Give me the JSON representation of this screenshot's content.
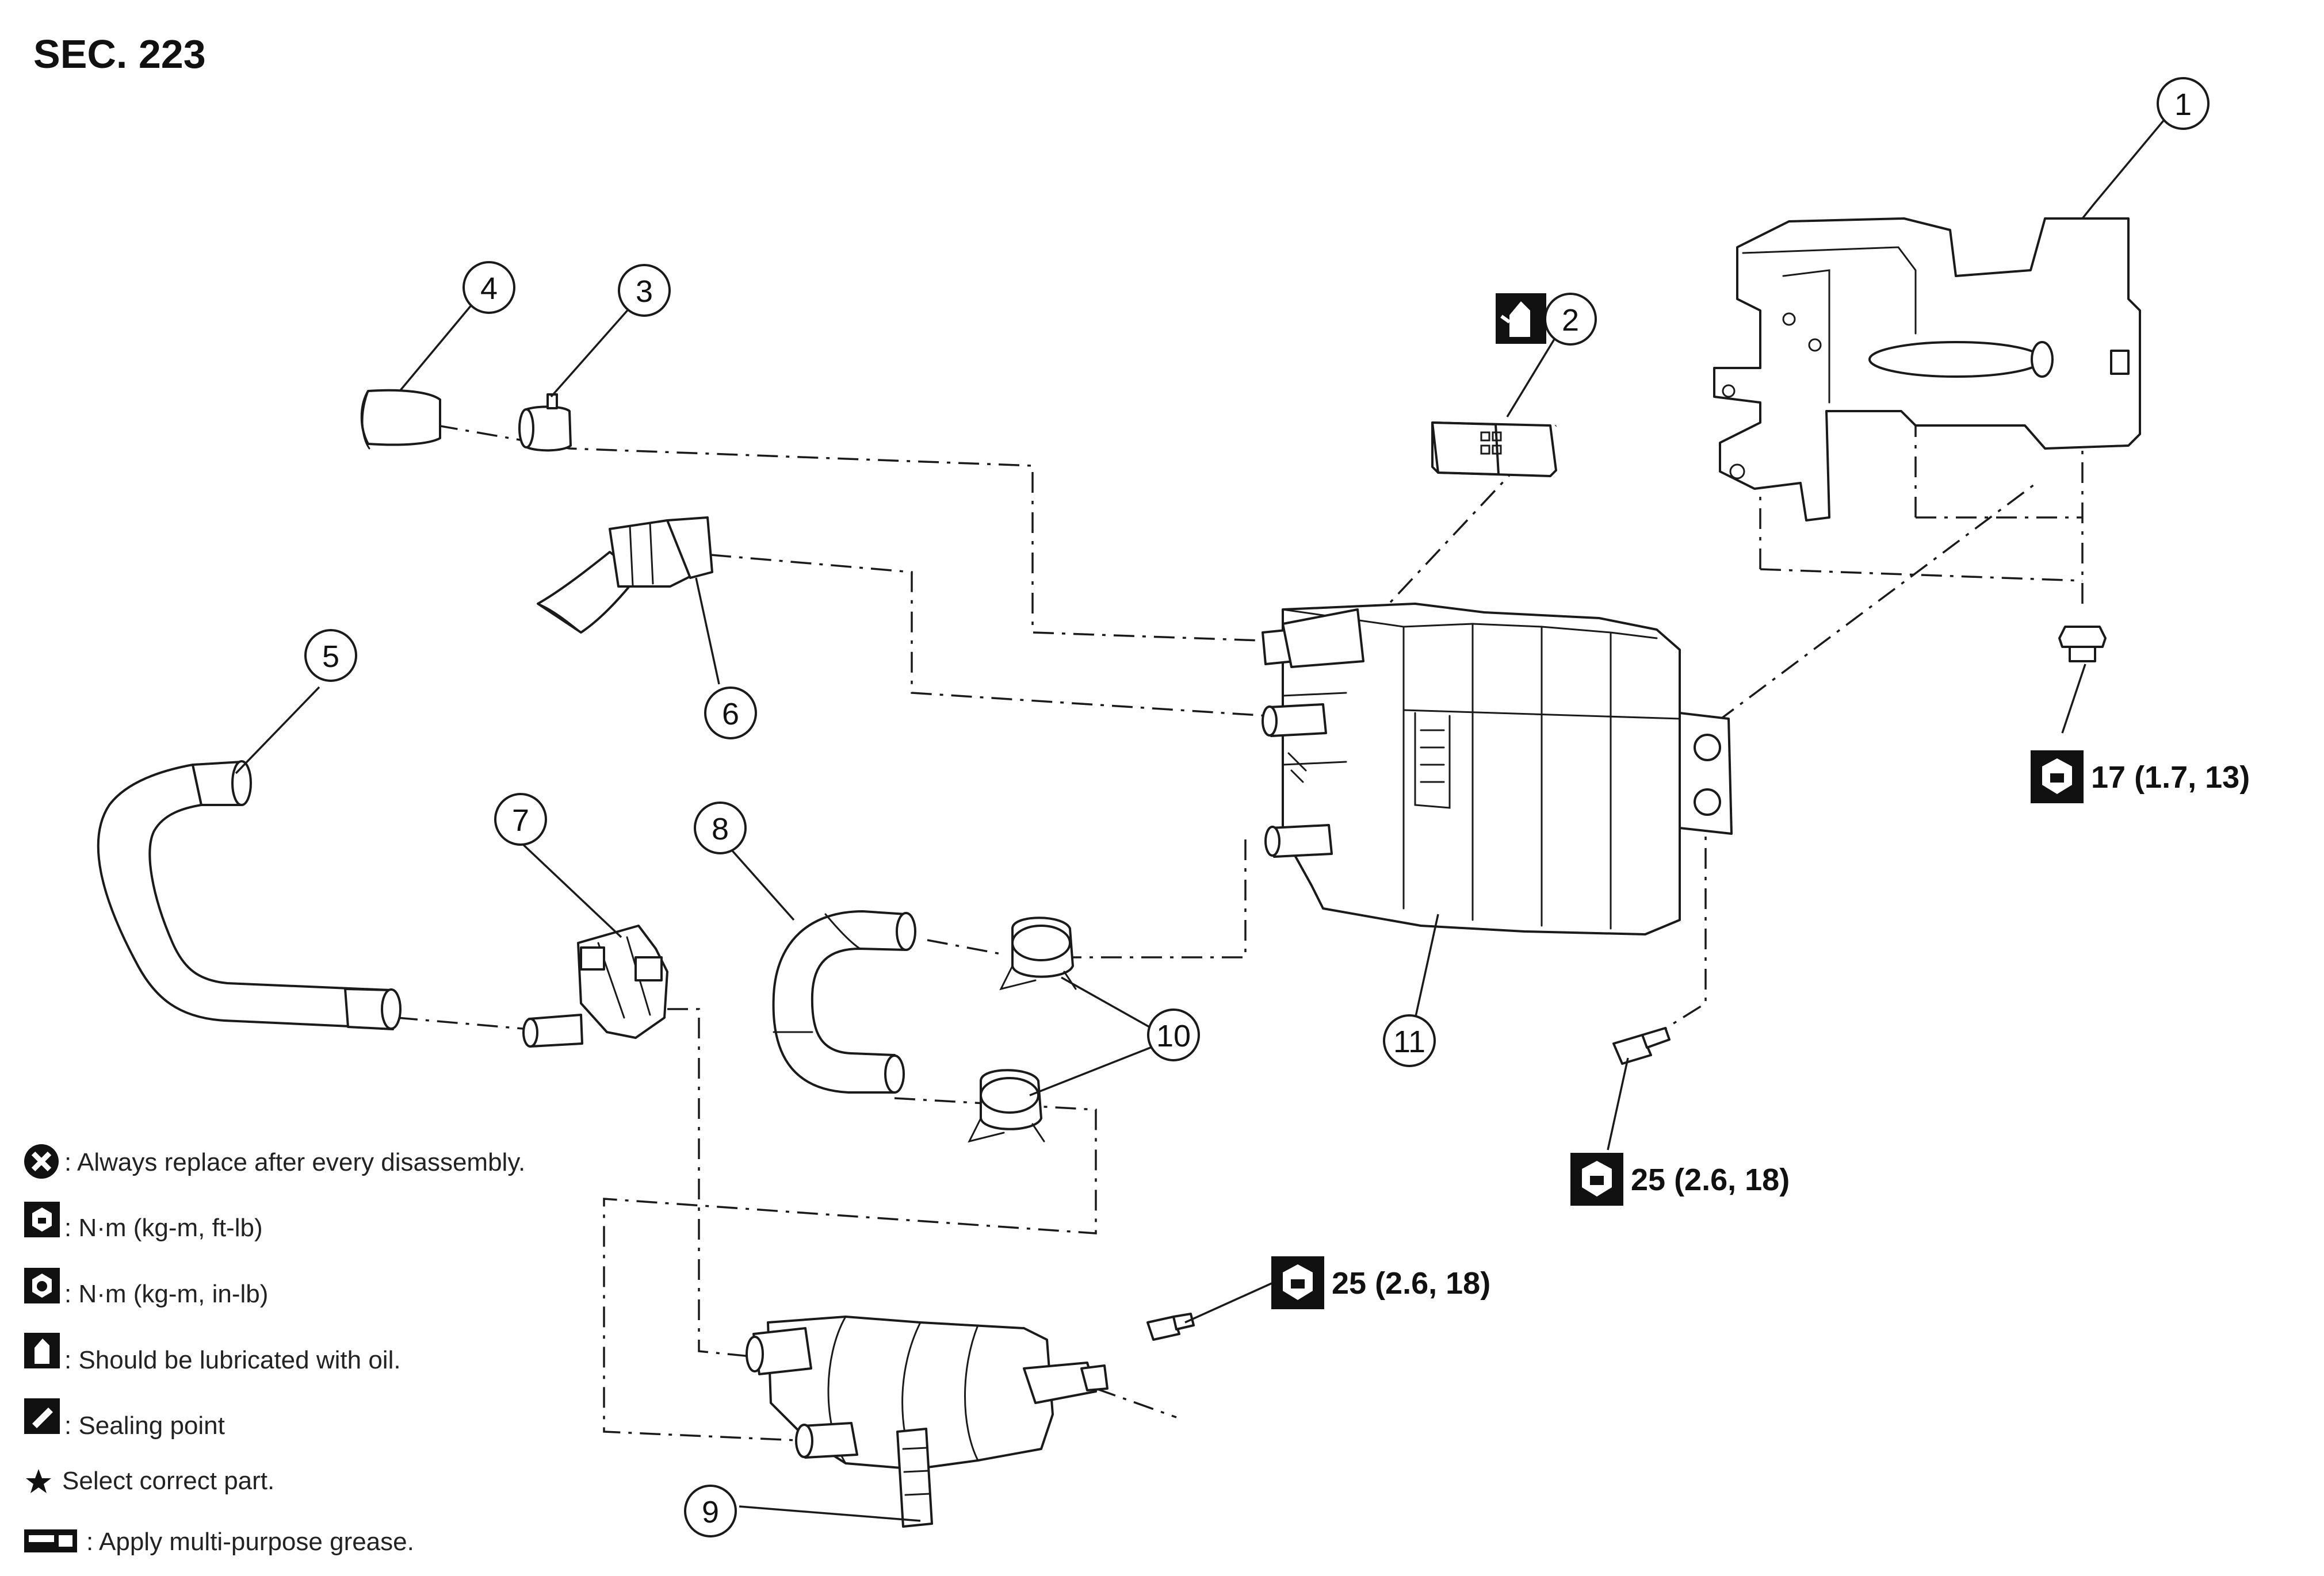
{
  "section_title": "SEC. 223",
  "callouts": [
    {
      "id": "callout-1",
      "number": "1"
    },
    {
      "id": "callout-2",
      "number": "2"
    },
    {
      "id": "callout-3",
      "number": "3"
    },
    {
      "id": "callout-4",
      "number": "4"
    },
    {
      "id": "callout-5",
      "number": "5"
    },
    {
      "id": "callout-6",
      "number": "6"
    },
    {
      "id": "callout-7",
      "number": "7"
    },
    {
      "id": "callout-8",
      "number": "8"
    },
    {
      "id": "callout-9",
      "number": "9"
    },
    {
      "id": "callout-10",
      "number": "10"
    },
    {
      "id": "callout-11",
      "number": "11"
    }
  ],
  "torques": {
    "bracket_nut": "17 (1.7, 13)",
    "canister_bolt": "25 (2.6, 18)",
    "lower_bolt": "25 (2.6, 18)"
  },
  "legend": [
    {
      "symbol": "replace-icon",
      "text": ": Always replace after every disassembly."
    },
    {
      "symbol": "torque-ftlb-icon",
      "text": ": N·m (kg-m, ft-lb)"
    },
    {
      "symbol": "torque-inlb-icon",
      "text": ": N·m (kg-m, in-lb)"
    },
    {
      "symbol": "oil-icon",
      "text": ": Should be lubricated with oil."
    },
    {
      "symbol": "sealing-icon",
      "text": ": Sealing point"
    },
    {
      "symbol": "star-icon",
      "text": "Select correct part."
    },
    {
      "symbol": "grease-icon",
      "text": ": Apply multi-purpose grease."
    }
  ]
}
